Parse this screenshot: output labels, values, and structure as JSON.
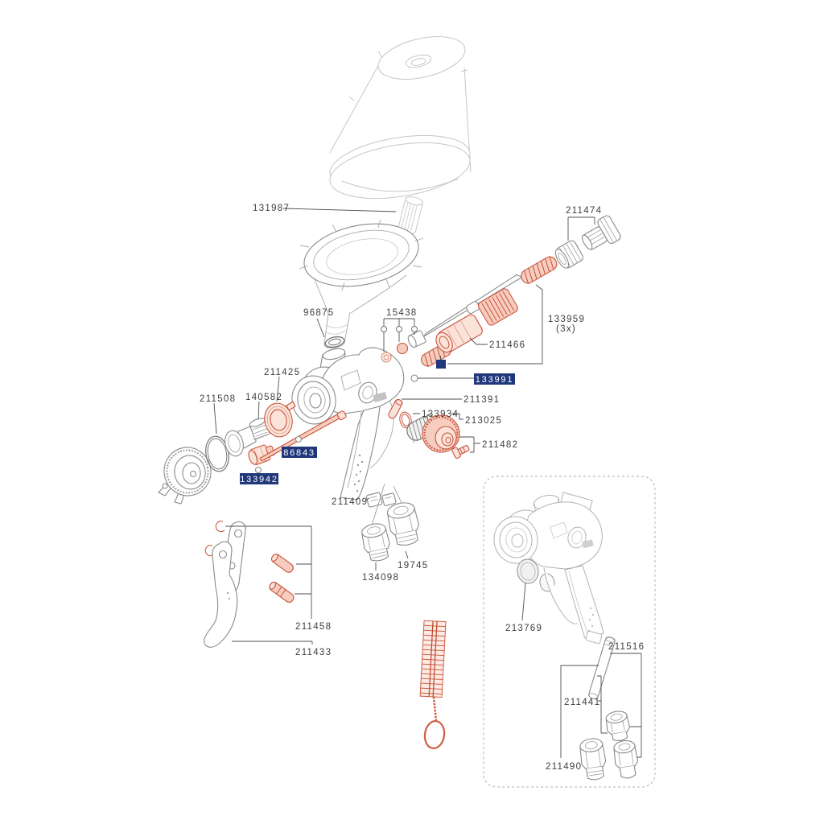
{
  "diagram": {
    "colors": {
      "highlight_red": "#c9533a",
      "label_box_blue": "#20387b",
      "line_gray": "#4f4f4f",
      "part_gray": "#8a8a8a",
      "light_gray": "#c6c6c6"
    },
    "labels": {
      "l131987": "131987",
      "l96875": "96875",
      "l15438": "15438",
      "l211474": "211474",
      "l133959": "133959",
      "l133959_qty": "(3x)",
      "l211466": "211466",
      "l133991": "133991",
      "l211391": "211391",
      "l133934": "133934",
      "l213025": "213025",
      "l211482": "211482",
      "l211425": "211425",
      "l140582": "140582",
      "l211508": "211508",
      "l86843": "86843",
      "l133942": "133942",
      "l211409": "211409",
      "l134098": "134098",
      "l19745": "19745",
      "l211458": "211458",
      "l211433": "211433",
      "l213769": "213769",
      "l211516": "211516",
      "l211441": "211441",
      "l211490": "211490"
    }
  }
}
